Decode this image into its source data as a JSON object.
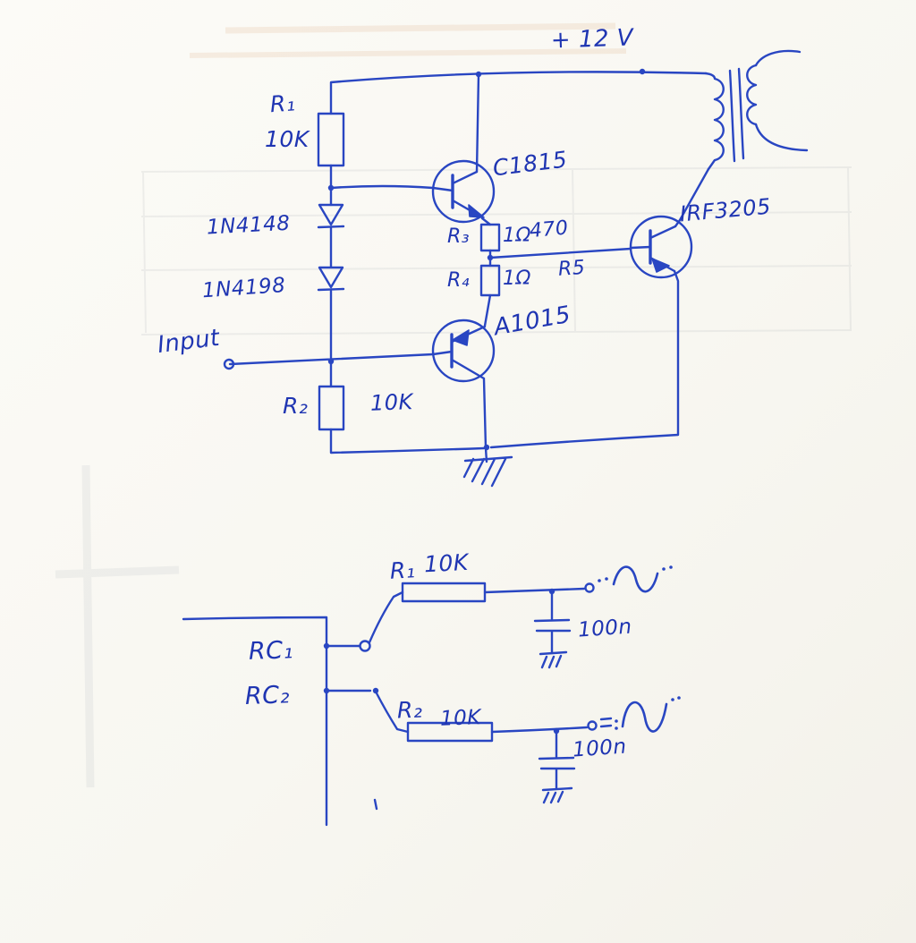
{
  "page": {
    "description": "Hand-drawn circuit schematic in blue ballpoint on paper",
    "ink_color": "#2946c2",
    "paper_color": "#f8f7f1"
  },
  "schematic": {
    "top": {
      "supply": "+ 12 V",
      "r1": {
        "name": "R₁",
        "value": "10K"
      },
      "d1": "1N4148",
      "d2": "1N4198",
      "q1": "C1815",
      "r3": {
        "name": "R₃",
        "value": "1Ω"
      },
      "r5": {
        "name": "R5",
        "value": "470"
      },
      "r4": {
        "name": "R₄",
        "value": "1Ω"
      },
      "q2": "A1015",
      "q3": "IRF3205",
      "input": "Input",
      "r2": {
        "name": "R₂",
        "value": "10K"
      }
    },
    "bottom": {
      "rc1": "RC₁",
      "rc2": "RC₂",
      "r1": {
        "name": "R₁",
        "value": "10K"
      },
      "c1": "100n",
      "r2": {
        "name": "R₂",
        "value": "10K"
      },
      "c2": "100n"
    }
  }
}
